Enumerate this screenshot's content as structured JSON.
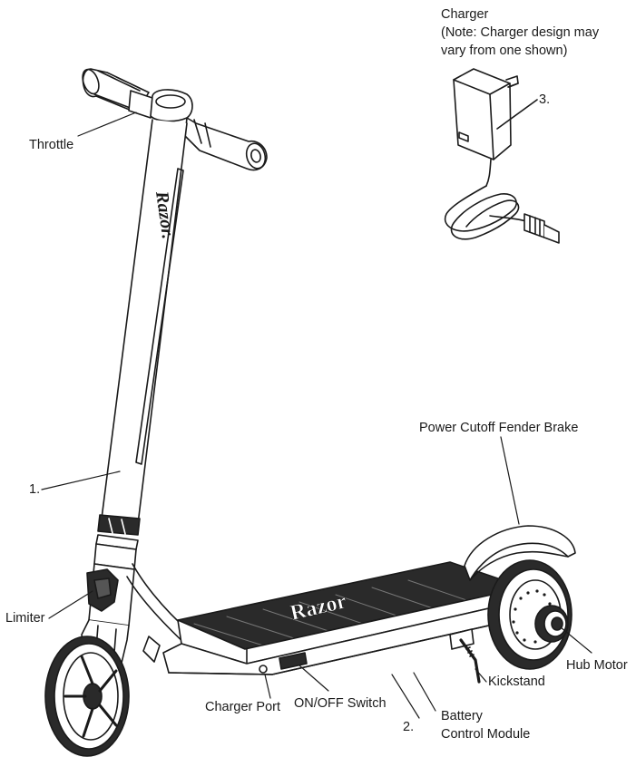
{
  "colors": {
    "ink": "#1a1a1a",
    "fill_light": "#ffffff",
    "fill_dark": "#2a2a2a",
    "fill_grey": "#e6e6e6"
  },
  "charger": {
    "title": "Charger",
    "note_line1": "(Note: Charger design may",
    "note_line2": "vary from one shown)",
    "number": "3."
  },
  "labels": {
    "throttle": "Throttle",
    "frame_number": "1.",
    "limiter": "Limiter",
    "power_cutoff": "Power Cutoff Fender Brake",
    "hub_motor": "Hub Motor",
    "kickstand": "Kickstand",
    "charger_port": "Charger Port",
    "on_off_switch": "ON/OFF Switch",
    "module_number": "2.",
    "battery": "Battery",
    "control_module": "Control Module"
  },
  "branding": {
    "stem_logo": "Razor.",
    "deck_logo": "Razor"
  },
  "icons": [
    "charger-icon",
    "scooter-illustration",
    "wheel-icon",
    "hub-motor-icon"
  ]
}
